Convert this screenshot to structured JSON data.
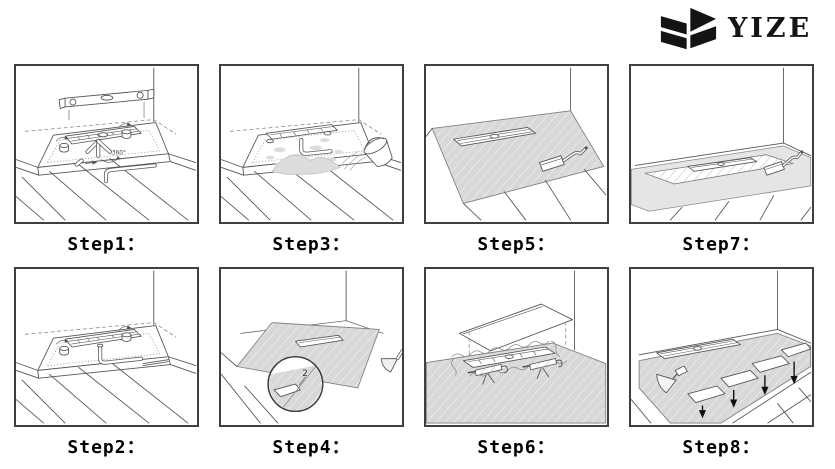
{
  "logo": {
    "text": "YIZE",
    "icon": "yize-mark",
    "color": "#141414"
  },
  "annotations": {
    "rotation": "360°",
    "slope": "2"
  },
  "steps": [
    {
      "label": "Step1："
    },
    {
      "label": "Step2："
    },
    {
      "label": "Step3："
    },
    {
      "label": "Step4："
    },
    {
      "label": "Step5："
    },
    {
      "label": "Step6："
    },
    {
      "label": "Step7："
    },
    {
      "label": "Step8："
    }
  ],
  "colors": {
    "line": "#555555",
    "panel_border": "#3f3f3f",
    "hatch_fill": "#d8d8d8",
    "floor_gray": "#e5e5e5",
    "mortar_gray": "#dcdcdc",
    "ink": "#000000"
  }
}
